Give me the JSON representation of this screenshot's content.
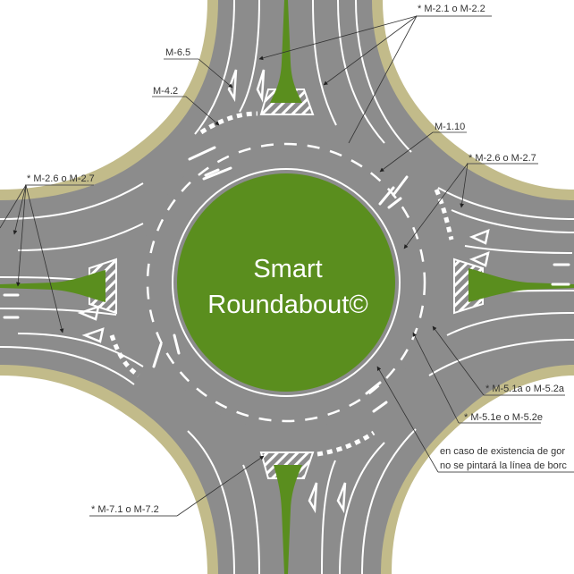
{
  "diagram": {
    "title_line1": "Smart",
    "title_line2": "Roundabout©",
    "colors": {
      "background": "#ffffff",
      "asphalt": "#8c8c8c",
      "curb": "#c2bb8a",
      "island_green": "#5a8e1e",
      "marking_white": "#ffffff",
      "label_text": "#333333"
    }
  },
  "labels": {
    "m21": "* M-2.1 o M-2.2",
    "m65": "M-6.5",
    "m42": "M-4.2",
    "m110": "M-1.10",
    "m26_left": "* M-2.6 o M-2.7",
    "m26_right": "* M-2.6 o M-2.7",
    "m51a": "* M-5.1a o M-5.2a",
    "m51e": "* M-5.1e o M-5.2e",
    "note_line1": "en caso de existencia de gor",
    "note_line2": "no se pintará la línea de borc",
    "m71": "* M-7.1 o M-7.2"
  }
}
